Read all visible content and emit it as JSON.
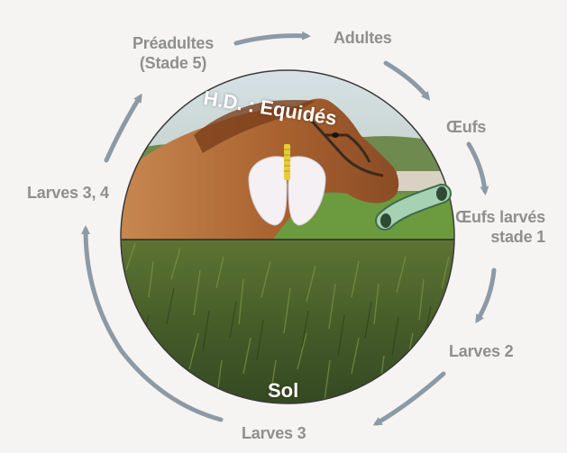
{
  "diagram": {
    "host_label": "H.D. : Equidés",
    "ground_label": "Sol",
    "stages": {
      "preadults_line1": "Préadultes",
      "preadults_line2": "(Stade 5)",
      "adults": "Adultes",
      "eggs": "Œufs",
      "larvated_eggs_line1": "Œufs larvés",
      "larvated_eggs_line2": "stade 1",
      "larvae_2": "Larves 2",
      "larvae_3": "Larves 3",
      "larvae_3_4": "Larves 3, 4"
    },
    "colors": {
      "arrow": "#8c9aa6",
      "label": "#8f8f8f",
      "background": "#f6f4f2",
      "grass": "#4a5f2c",
      "sky": "#c9d6de",
      "horse": "#b06a3a"
    },
    "icons": {
      "worm_adult": "winged-parasite-icon",
      "egg": "egg-tube-icon"
    }
  }
}
